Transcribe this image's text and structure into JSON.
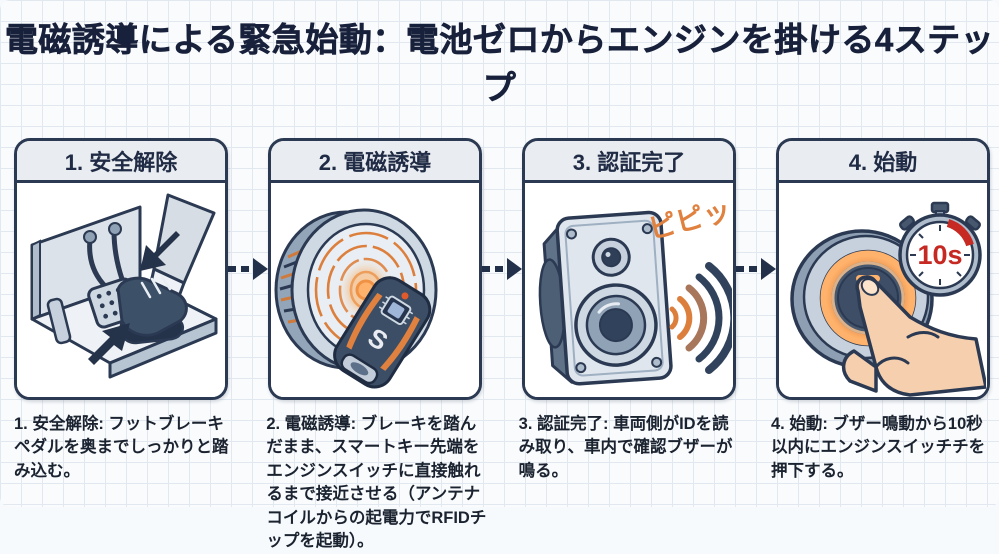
{
  "page": {
    "title": "電磁誘導による緊急始動：電池ゼロからエンジンを掛ける4ステップ"
  },
  "colors": {
    "title_navy": "#18213b",
    "outline_navy": "#2b3a52",
    "header_gray": "#e9ecf0",
    "accent_orange": "#dd7f3c",
    "glow_orange": "#ffb26b",
    "alert_red": "#c62a22",
    "grid_line": "#e2e8ef"
  },
  "steps": [
    {
      "header": "1. 安全解除",
      "description": "1. 安全解除: フットブレーキペダルを奥までしっかりと踏み込む。"
    },
    {
      "header": "2. 電磁誘導",
      "description": "2. 電磁誘導: ブレーキを踏んだまま、スマートキー先端をエンジンスイッチに直接触れるまで接近させる（アンテナコイルからの起電力でRFIDチップを起動）。",
      "key_logo": "S"
    },
    {
      "header": "3. 認証完了",
      "description": "3. 認証完了: 車両側がIDを読み取り、車内で確認ブザーが鳴る。",
      "sound_label": "ピピッ"
    },
    {
      "header": "4. 始動",
      "description": "4. 始動: ブザー鳴動から10秒以内にエンジンスイッチチを押下する。",
      "timer_label": "10s"
    }
  ]
}
